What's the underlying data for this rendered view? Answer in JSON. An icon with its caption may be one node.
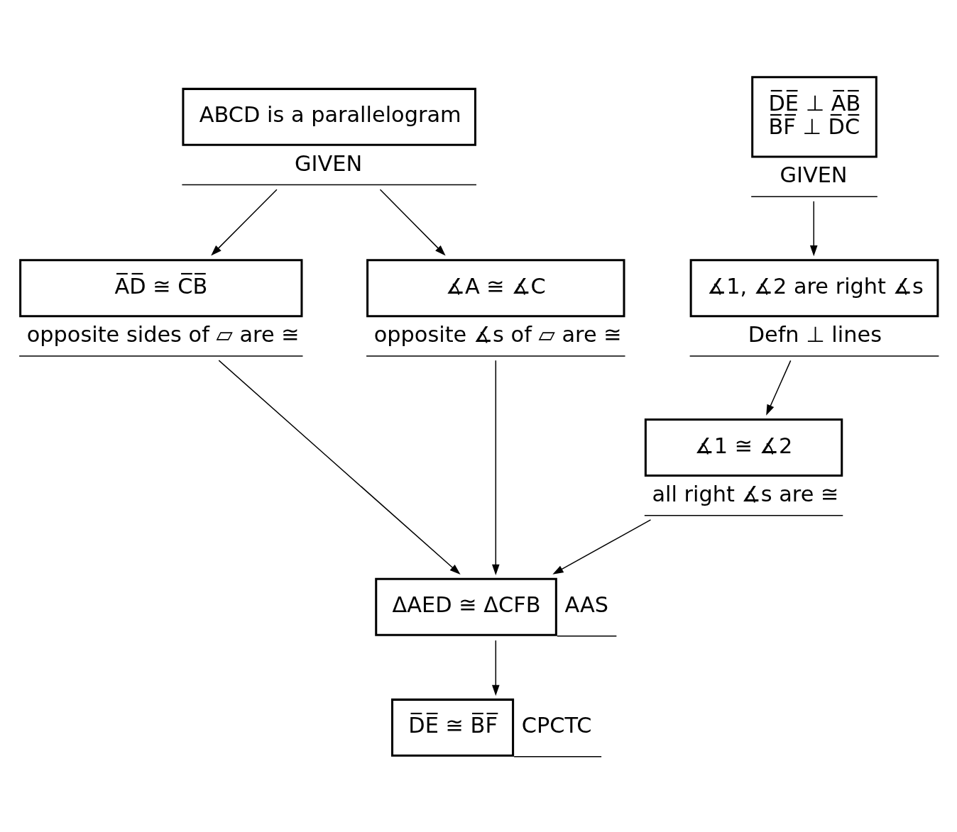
{
  "diagram": {
    "nodes": [
      {
        "text": [
          "ABCD is a parallelogram"
        ],
        "beside": [
          "GIVEN"
        ]
      },
      {
        "text": [
          "D̅E̅ ⊥ A̅B̅",
          "B̅F̅ ⊥ D̅C̅"
        ],
        "beside": [
          "GIVEN"
        ]
      },
      {
        "text": [
          "A̅D̅ ≅ C̅B̅"
        ],
        "beside": [
          "opposite sides of ▱ are ≅"
        ]
      },
      {
        "text": [
          "∡A ≅ ∡C"
        ],
        "beside": [
          "opposite ∡s of ▱ are ≅"
        ]
      },
      {
        "text": [
          "∡1, ∡2 are right ∡s"
        ],
        "beside": [
          "Defn ⊥ lines"
        ]
      },
      {
        "text": [
          "∡1 ≅ ∡2"
        ],
        "beside": [
          "all right ∡s are ≅"
        ]
      },
      {
        "text": [
          "ΔAED ≅ ΔCFB"
        ],
        "beside": [
          "AAS"
        ]
      },
      {
        "text": [
          "D̅E̅ ≅ B̅F̅"
        ],
        "beside": [
          "CPCTC"
        ]
      }
    ],
    "edges": [
      {
        "from": 0,
        "to": 2,
        "arrow": "to"
      },
      {
        "from": 0,
        "to": 3,
        "arrow": "to"
      },
      {
        "from": 1,
        "to": 4,
        "arrow": "to"
      },
      {
        "from": 4,
        "to": 5,
        "arrow": "to"
      },
      {
        "from": 2,
        "to": 6,
        "arrow": "to"
      },
      {
        "from": 3,
        "to": 6,
        "arrow": "to"
      },
      {
        "from": 5,
        "to": 6,
        "arrow": "to"
      },
      {
        "from": 6,
        "to": 7,
        "arrow": "to"
      }
    ]
  }
}
